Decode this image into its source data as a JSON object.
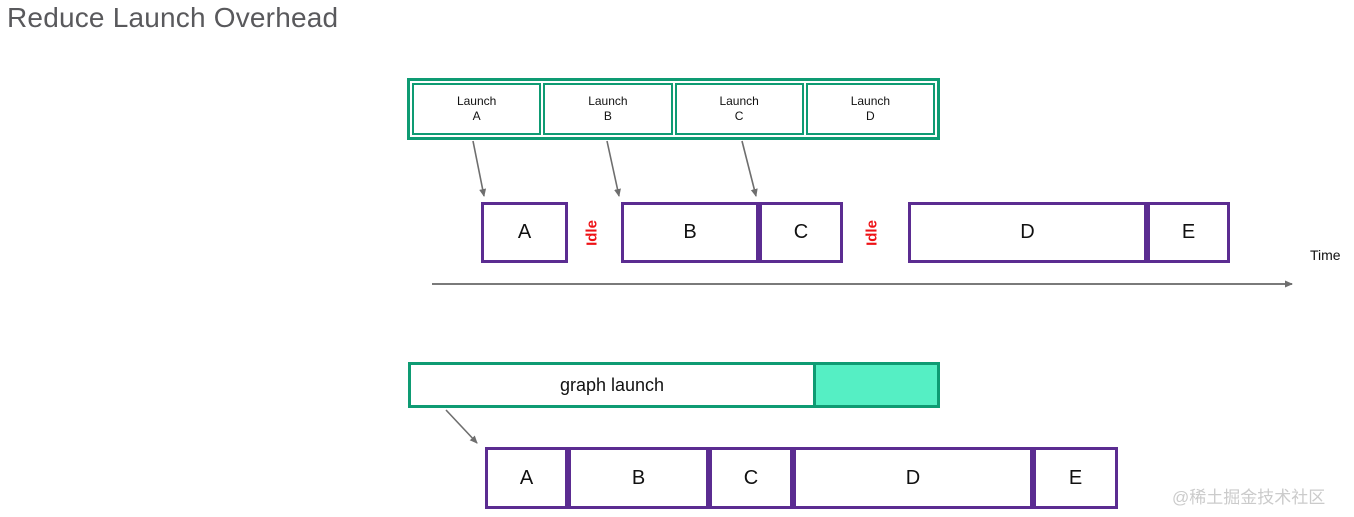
{
  "title": "Reduce Launch Overhead",
  "launch_row": {
    "boxes": [
      {
        "line1": "Launch",
        "line2": "A"
      },
      {
        "line1": "Launch",
        "line2": "B"
      },
      {
        "line1": "Launch",
        "line2": "C"
      },
      {
        "line1": "Launch",
        "line2": "D"
      }
    ]
  },
  "timeline_serial": {
    "kernels": [
      "A",
      "B",
      "C",
      "D",
      "E"
    ],
    "idle_labels": [
      "Idle",
      "Idle"
    ],
    "time_label": "Time"
  },
  "graph_launch": {
    "label": "graph launch"
  },
  "timeline_graph": {
    "kernels": [
      "A",
      "B",
      "C",
      "D",
      "E"
    ]
  },
  "watermark": "@稀土掘金技术社区",
  "colors": {
    "green_border": "#0e9b73",
    "teal_fill": "#55efc4",
    "purple_border": "#5b2c91",
    "idle_red": "#ee1115",
    "arrow_gray": "#6e6e6e",
    "title_gray": "#59595c",
    "watermark_gray": "#cbcbcb"
  }
}
